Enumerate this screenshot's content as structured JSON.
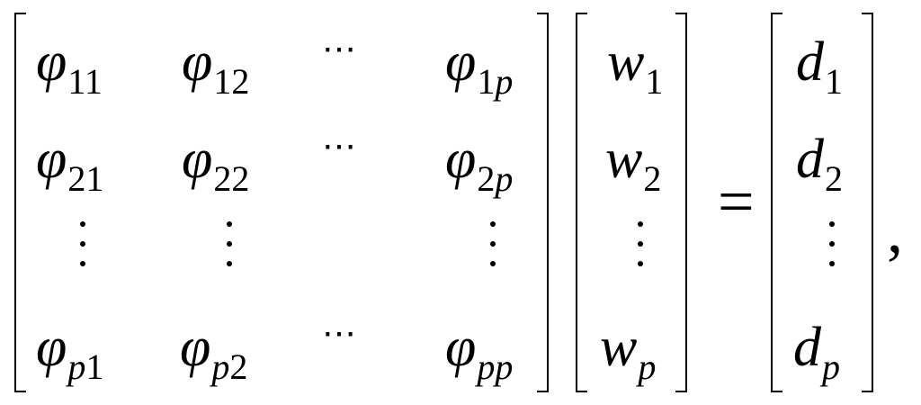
{
  "equation": {
    "matrix": {
      "symbol": "φ",
      "rows": [
        [
          {
            "sub": "11"
          },
          {
            "sub": "12"
          },
          {
            "ellipsis": "⋯"
          },
          {
            "sub_n": "1",
            "sub_i": "p"
          }
        ],
        [
          {
            "sub": "21"
          },
          {
            "sub": "22"
          },
          {
            "ellipsis": "⋯"
          },
          {
            "sub_n": "2",
            "sub_i": "p"
          }
        ],
        [
          {
            "sub_i": "p",
            "sub_n": "1"
          },
          {
            "sub_i": "p",
            "sub_n": "2"
          },
          {
            "ellipsis": "⋯"
          },
          {
            "sub_i": "pp"
          }
        ]
      ]
    },
    "weights": {
      "symbol": "w",
      "subs": [
        "1",
        "2",
        "p"
      ]
    },
    "rhs": {
      "symbol": "d",
      "subs": [
        "1",
        "2",
        "p"
      ]
    },
    "equals": "=",
    "trailing": ","
  }
}
